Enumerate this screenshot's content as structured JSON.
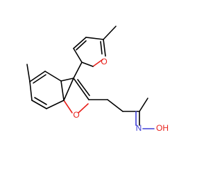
{
  "molecule": {
    "atom_labels": {
      "furan_top_oxygen": "O",
      "benzofuran_oxygen": "O",
      "imine_nitrogen": "N",
      "hydroxyl": "OH"
    },
    "colors": {
      "carbon_bond": "#000000",
      "oxygen": "#e8201a",
      "nitrogen": "#3b3bd6"
    }
  }
}
